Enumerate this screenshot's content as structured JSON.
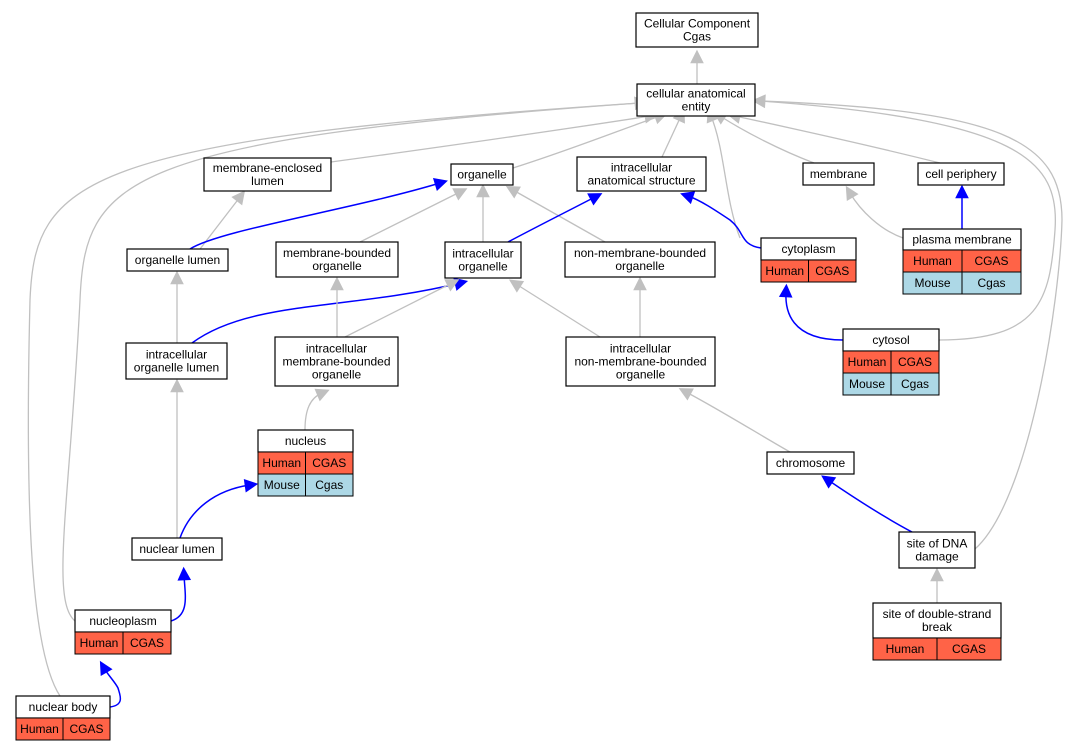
{
  "colors": {
    "human": "#ff6347",
    "mouse": "#add8e6",
    "grey_edge": "#c0c0c0",
    "blue_edge": "#0000ff"
  },
  "nodes": {
    "root": [
      "Cellular Component",
      "Cgas"
    ],
    "cae": [
      "cellular anatomical",
      "entity"
    ],
    "mel": [
      "membrane-enclosed",
      "lumen"
    ],
    "organelle": [
      "organelle"
    ],
    "ias": [
      "intracellular",
      "anatomical structure"
    ],
    "membrane": [
      "membrane"
    ],
    "cellper": [
      "cell periphery"
    ],
    "orglumen": [
      "organelle lumen"
    ],
    "mbo": [
      "membrane-bounded",
      "organelle"
    ],
    "io": [
      "intracellular",
      "organelle"
    ],
    "nmbo": [
      "non-membrane-bounded",
      "organelle"
    ],
    "cytoplasm": [
      "cytoplasm"
    ],
    "pm": [
      "plasma membrane"
    ],
    "iol": [
      "intracellular",
      "organelle lumen"
    ],
    "imbo": [
      "intracellular",
      "membrane-bounded",
      "organelle"
    ],
    "inmbo": [
      "intracellular",
      "non-membrane-bounded",
      "organelle"
    ],
    "cytosol": [
      "cytosol"
    ],
    "nucleus": [
      "nucleus"
    ],
    "chromosome": [
      "chromosome"
    ],
    "nuclumen": [
      "nuclear lumen"
    ],
    "sdd": [
      "site of DNA",
      "damage"
    ],
    "nucleoplasm": [
      "nucleoplasm"
    ],
    "sdsb": [
      "site of double-strand",
      "break"
    ],
    "nucbody": [
      "nuclear body"
    ]
  },
  "annotations": {
    "cytoplasm": [
      [
        "Human",
        "CGAS"
      ]
    ],
    "pm": [
      [
        "Human",
        "CGAS"
      ],
      [
        "Mouse",
        "Cgas"
      ]
    ],
    "cytosol": [
      [
        "Human",
        "CGAS"
      ],
      [
        "Mouse",
        "Cgas"
      ]
    ],
    "nucleus": [
      [
        "Human",
        "CGAS"
      ],
      [
        "Mouse",
        "Cgas"
      ]
    ],
    "nucleoplasm": [
      [
        "Human",
        "CGAS"
      ]
    ],
    "sdsb": [
      [
        "Human",
        "CGAS"
      ]
    ],
    "nucbody": [
      [
        "Human",
        "CGAS"
      ]
    ]
  },
  "edges": [
    {
      "from": "cae",
      "to": "root",
      "kind": "grey"
    },
    {
      "from": "mel",
      "to": "cae",
      "kind": "grey"
    },
    {
      "from": "organelle",
      "to": "cae",
      "kind": "grey"
    },
    {
      "from": "ias",
      "to": "cae",
      "kind": "grey"
    },
    {
      "from": "membrane",
      "to": "cae",
      "kind": "grey"
    },
    {
      "from": "cellper",
      "to": "cae",
      "kind": "grey"
    },
    {
      "from": "cytoplasm",
      "to": "cae",
      "kind": "grey"
    },
    {
      "from": "cytosol",
      "to": "cae",
      "kind": "grey"
    },
    {
      "from": "sdd",
      "to": "cae",
      "kind": "grey"
    },
    {
      "from": "nucleoplasm",
      "to": "cae",
      "kind": "grey"
    },
    {
      "from": "nucbody",
      "to": "cae",
      "kind": "grey"
    },
    {
      "from": "orglumen",
      "to": "mel",
      "kind": "grey"
    },
    {
      "from": "orglumen",
      "to": "organelle",
      "kind": "blue"
    },
    {
      "from": "mbo",
      "to": "organelle",
      "kind": "grey"
    },
    {
      "from": "io",
      "to": "organelle",
      "kind": "grey"
    },
    {
      "from": "nmbo",
      "to": "organelle",
      "kind": "grey"
    },
    {
      "from": "io",
      "to": "ias",
      "kind": "blue"
    },
    {
      "from": "cytoplasm",
      "to": "ias",
      "kind": "blue"
    },
    {
      "from": "pm",
      "to": "membrane",
      "kind": "grey"
    },
    {
      "from": "pm",
      "to": "cellper",
      "kind": "blue"
    },
    {
      "from": "iol",
      "to": "orglumen",
      "kind": "grey"
    },
    {
      "from": "iol",
      "to": "io",
      "kind": "blue"
    },
    {
      "from": "imbo",
      "to": "mbo",
      "kind": "grey"
    },
    {
      "from": "imbo",
      "to": "io",
      "kind": "grey"
    },
    {
      "from": "inmbo",
      "to": "io",
      "kind": "grey"
    },
    {
      "from": "inmbo",
      "to": "nmbo",
      "kind": "grey"
    },
    {
      "from": "cytosol",
      "to": "cytoplasm",
      "kind": "blue"
    },
    {
      "from": "nucleus",
      "to": "imbo",
      "kind": "grey"
    },
    {
      "from": "chromosome",
      "to": "inmbo",
      "kind": "grey"
    },
    {
      "from": "nuclumen",
      "to": "iol",
      "kind": "grey"
    },
    {
      "from": "nuclumen",
      "to": "nucleus",
      "kind": "blue"
    },
    {
      "from": "sdd",
      "to": "chromosome",
      "kind": "blue"
    },
    {
      "from": "nucleoplasm",
      "to": "nuclumen",
      "kind": "blue"
    },
    {
      "from": "sdsb",
      "to": "sdd",
      "kind": "grey"
    },
    {
      "from": "nucbody",
      "to": "nucleoplasm",
      "kind": "blue"
    }
  ]
}
